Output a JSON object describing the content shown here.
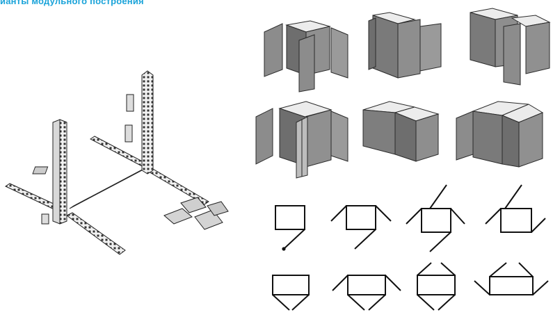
{
  "header": {
    "title": "ианты модульного построения"
  },
  "colors": {
    "accent": "#1aa3d9",
    "panel": "#8c8c8c",
    "panel_dark": "#6e6e6e",
    "top": "#ececec",
    "line": "#1a1a1a"
  },
  "illustrations": {
    "frame": "modular-frame-assembly-illustration",
    "cabinets": "cabinet-configuration-illustrations",
    "schemes": "layout-scheme-diagrams"
  }
}
